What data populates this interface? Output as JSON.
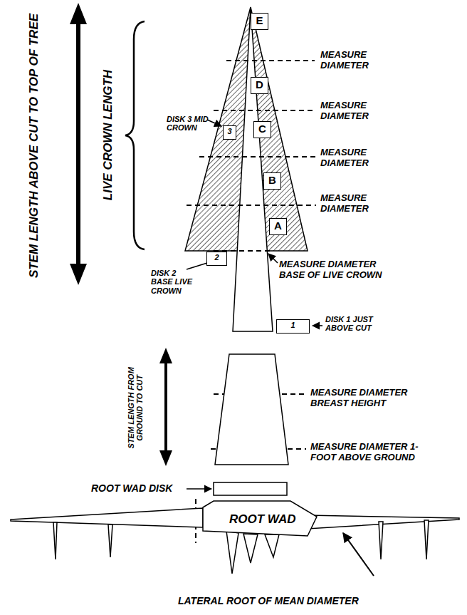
{
  "diagram": {
    "nodes": [
      {
        "text": [
          "E"
        ]
      },
      {
        "text": [
          "D"
        ]
      },
      {
        "text": [
          "C"
        ]
      },
      {
        "text": [
          "B"
        ]
      },
      {
        "text": [
          "A"
        ]
      },
      {
        "text": [
          "3"
        ]
      },
      {
        "text": [
          "2"
        ]
      },
      {
        "text": [
          "1"
        ]
      }
    ],
    "labels": [
      "STEM LENGTH ABOVE CUT TO TOP OF TREE",
      "LIVE CROWN LENGTH",
      "MEASURE DIAMETER",
      "MEASURE DIAMETER",
      "MEASURE DIAMETER",
      "MEASURE DIAMETER",
      "DISK 3 MID CROWN",
      "MEASURE DIAMETER BASE OF LIVE CROWN",
      "DISK 2 BASE LIVE CROWN",
      "DISK 1 JUST ABOVE CUT",
      "STEM LENGTH FROM GROUND TO CUT",
      "MEASURE DIAMETER BREAST HEIGHT",
      "MEASURE DIAMETER 1-FOOT ABOVE GROUND",
      "ROOT WAD DISK",
      "ROOT WAD",
      "LATERAL ROOT OF MEAN DIAMETER"
    ]
  }
}
